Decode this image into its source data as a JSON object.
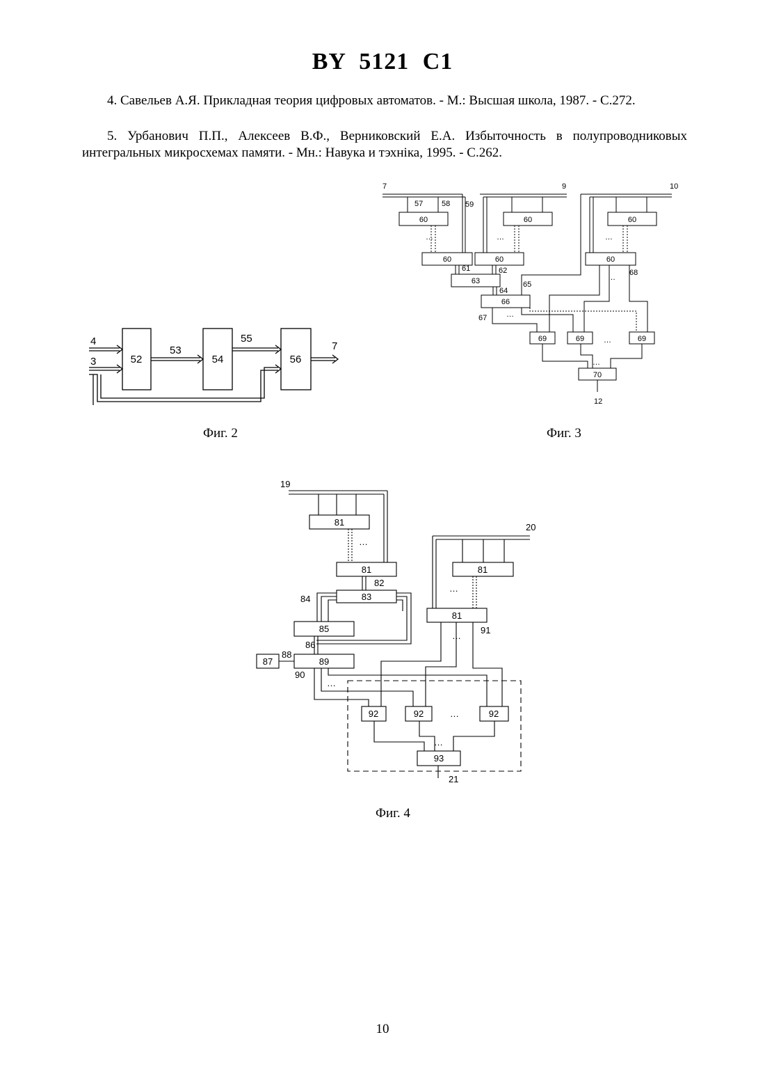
{
  "header": {
    "title": "BY 5121 C1"
  },
  "references": [
    {
      "number": "4.",
      "text": "Савельев А.Я. Прикладная теория цифровых автоматов. - М.: Высшая школа, 1987. - С.272."
    },
    {
      "number": "5.",
      "text": "Урбанович П.П., Алексеев В.Ф., Верниковский Е.А. Избыточность в полупроводниковых интегральных микросхемах памяти. - Мн.: Навука и тэхніка, 1995. - С.262."
    }
  ],
  "fig2": {
    "caption": "Фиг. 2",
    "blocks": {
      "b52": "52",
      "b54": "54",
      "b56": "56"
    },
    "labels": {
      "in4": "4",
      "in3": "3",
      "l53": "53",
      "l55": "55",
      "out7": "7"
    }
  },
  "fig3": {
    "caption": "Фиг. 3",
    "blocks": {
      "b60": "60",
      "b63": "63",
      "b66": "66",
      "b69": "69",
      "b70": "70"
    },
    "labels": {
      "l7": "7",
      "l9": "9",
      "l10": "10",
      "l57": "57",
      "l58": "58",
      "l59": "59",
      "l61": "61",
      "l62": "62",
      "l64": "64",
      "l65": "65",
      "l67": "67",
      "l68": "68",
      "l12": "12"
    },
    "ellipsis": "…"
  },
  "fig4": {
    "caption": "Фиг. 4",
    "blocks": {
      "b81": "81",
      "b83": "83",
      "b85": "85",
      "b87": "87",
      "b89": "89",
      "b92": "92",
      "b93": "93"
    },
    "labels": {
      "l19": "19",
      "l20": "20",
      "l82": "82",
      "l84": "84",
      "l86": "86",
      "l88": "88",
      "l90": "90",
      "l91": "91",
      "l21": "21"
    },
    "ellipsis": "…"
  },
  "footer": {
    "page_number": "10"
  }
}
